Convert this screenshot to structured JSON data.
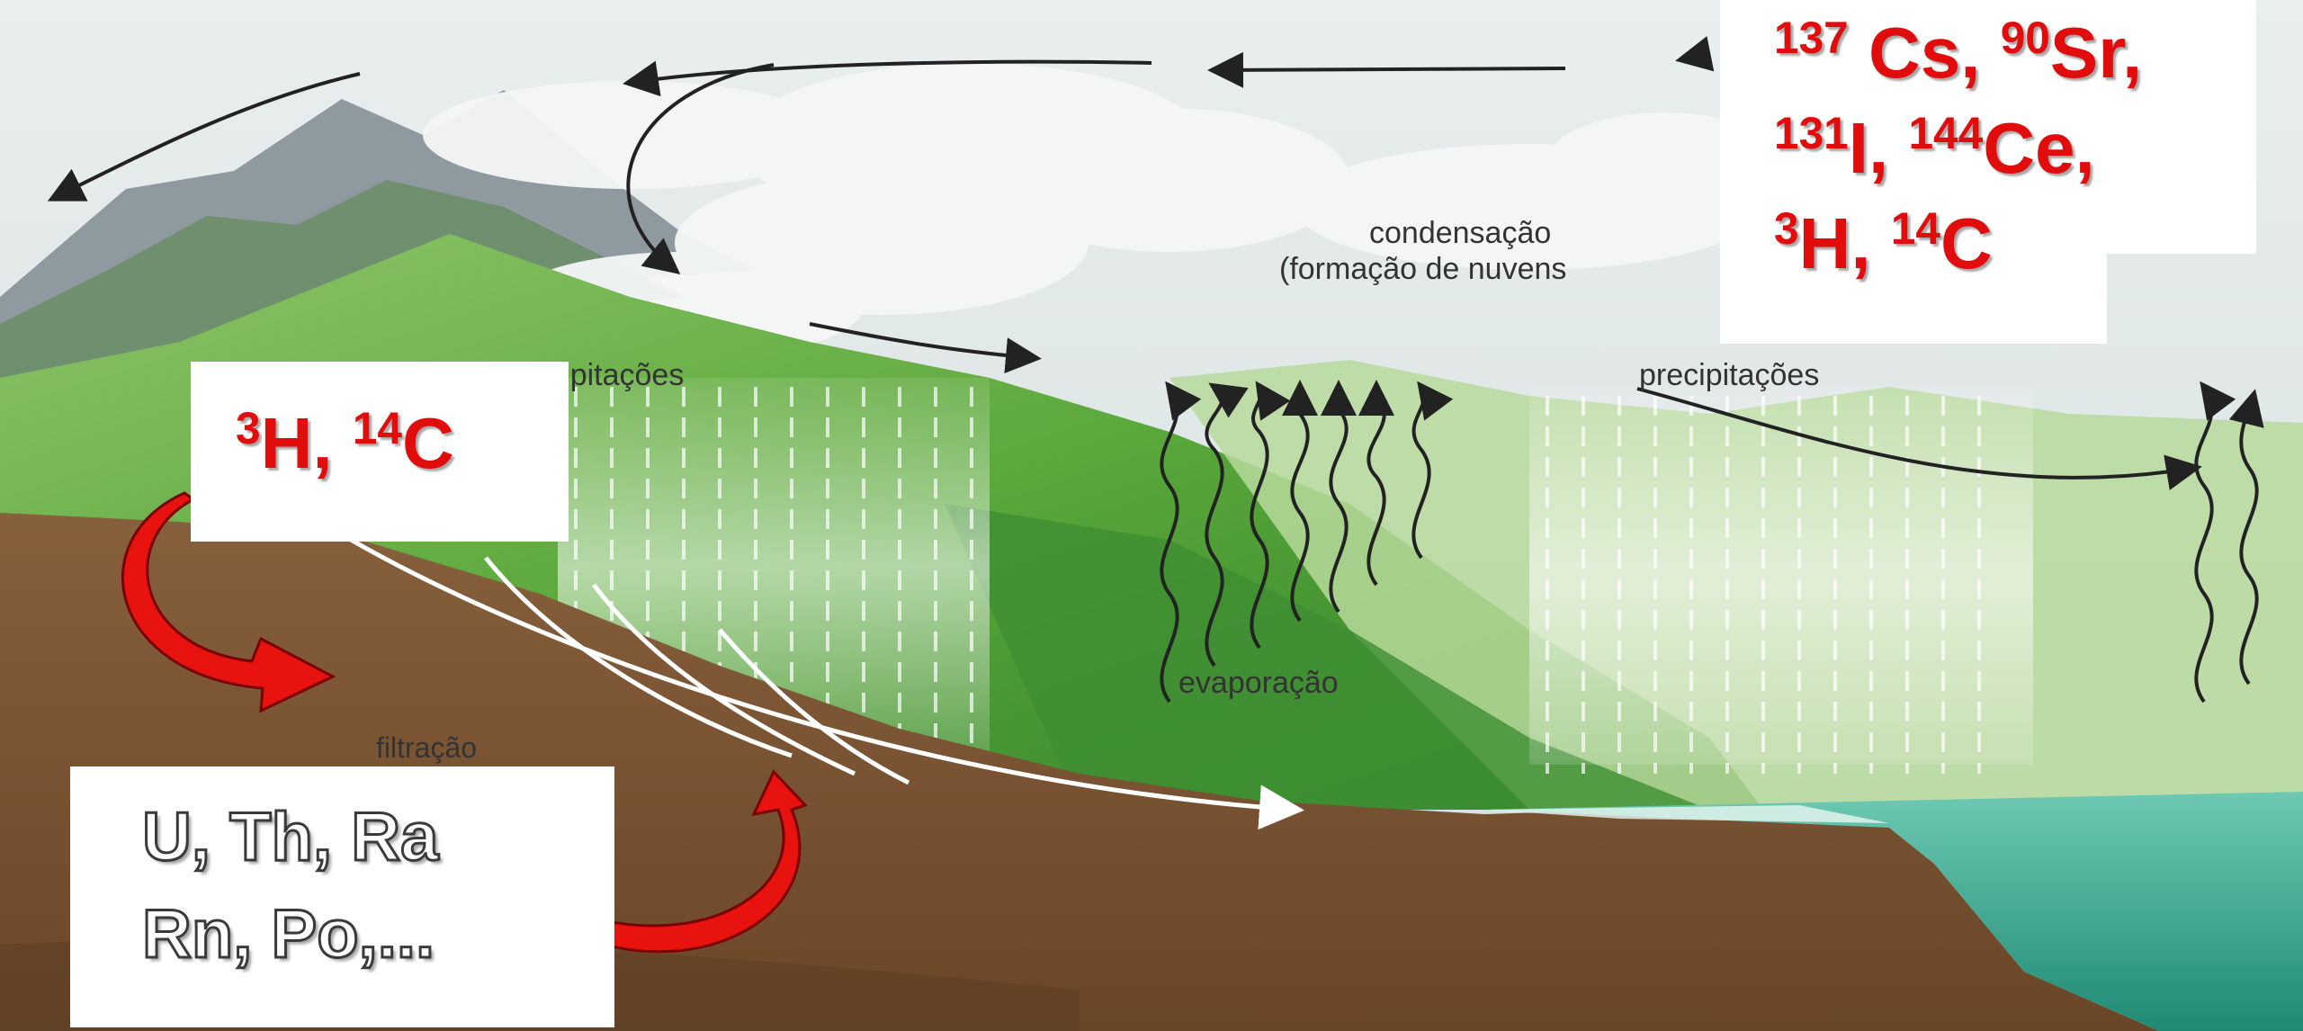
{
  "diagram": {
    "labels": {
      "condensation_line1": "condensação",
      "condensation_line2": "(formação de nuvens",
      "precip_left": "precipitações",
      "precip_right": "precipitações",
      "evaporation": "evaporação",
      "filtration": "filtração"
    },
    "boxes": {
      "top_right": {
        "line1": [
          {
            "sup": "137",
            "sym": " Cs, "
          },
          {
            "sup": "90",
            "sym": "Sr,"
          }
        ],
        "line2": [
          {
            "sup": "131",
            "sym": "I, "
          },
          {
            "sup": "144",
            "sym": "Ce,"
          }
        ],
        "line3": [
          {
            "sup": "3",
            "sym": "H, "
          },
          {
            "sup": "14",
            "sym": "C"
          }
        ]
      },
      "left": [
        {
          "sup": "3",
          "sym": "H, "
        },
        {
          "sup": "14",
          "sym": "C"
        }
      ],
      "bottom_left": {
        "line1": "U, Th, Ra",
        "line2": "Rn, Po,..."
      }
    },
    "colors": {
      "isotope_text": "#e10c0c",
      "arrow_red": "#e8130f",
      "soil": "#7a5433",
      "vegetation": "#5aa83a",
      "sea": "#2f9b86",
      "sky": "#e3eaea"
    }
  }
}
